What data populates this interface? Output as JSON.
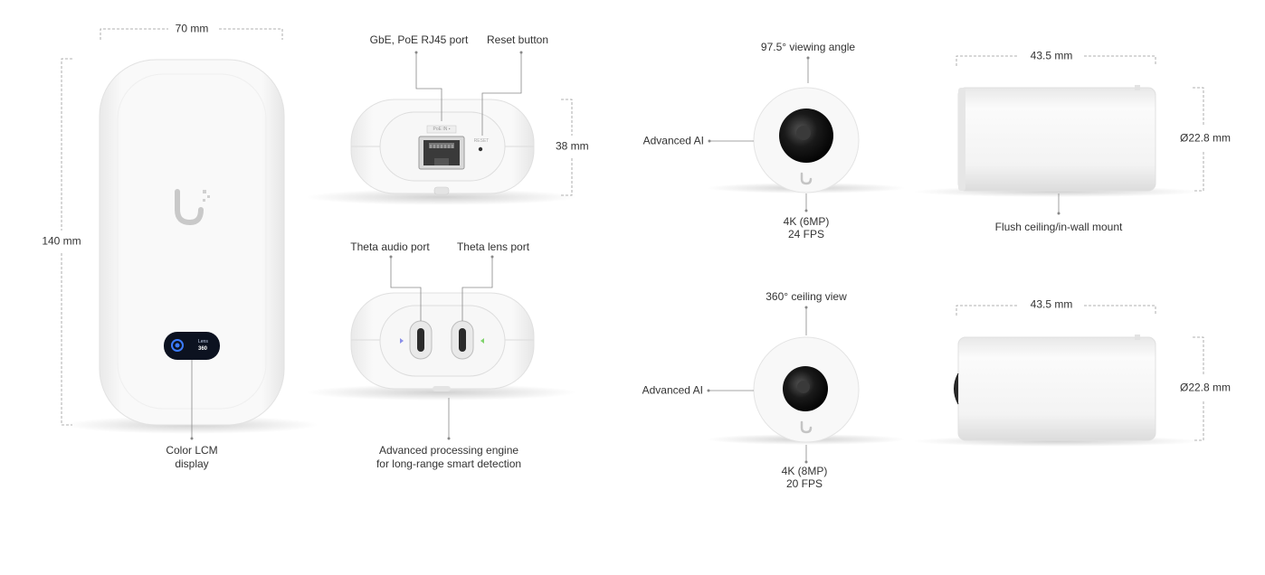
{
  "hub": {
    "width_label": "70 mm",
    "height_label": "140 mm",
    "display_label_line1": "Color LCM",
    "display_label_line2": "display",
    "lcd_line1": "Lens",
    "lcd_line2": "360"
  },
  "hub_top": {
    "port_label": "GbE, PoE RJ45 port",
    "reset_label": "Reset button",
    "height_label": "38 mm",
    "port_tag": "PoE IN ▪",
    "reset_tag": "RESET"
  },
  "hub_bottom": {
    "audio_label": "Theta audio port",
    "lens_label": "Theta lens port",
    "engine_line1": "Advanced processing engine",
    "engine_line2": "for long-range smart detection"
  },
  "lens_top": {
    "angle_label": "97.5° viewing angle",
    "ai_label": "Advanced AI",
    "res_line1": "4K (6MP)",
    "res_line2": "24 FPS",
    "length_label": "43.5 mm",
    "diameter_label": "Ø22.8 mm",
    "mount_label": "Flush ceiling/in-wall mount"
  },
  "lens_bottom": {
    "angle_label": "360° ceiling view",
    "ai_label": "Advanced AI",
    "res_line1": "4K (8MP)",
    "res_line2": "20 FPS",
    "length_label": "43.5 mm",
    "diameter_label": "Ø22.8 mm"
  },
  "colors": {
    "line": "#888888",
    "body": "#f6f6f6",
    "accent_blue": "#3b7bff",
    "led_green": "#7fd36b"
  }
}
